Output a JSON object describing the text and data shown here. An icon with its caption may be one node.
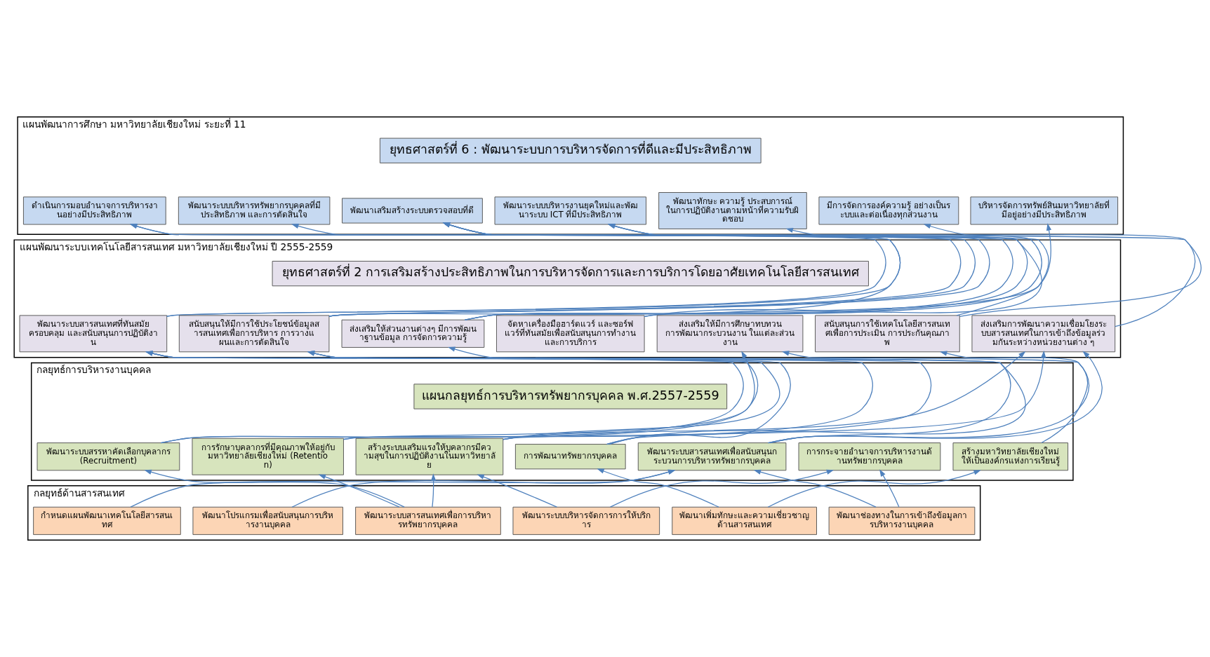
{
  "diagram": {
    "nodes": [
      {
        "text": [
          "แผนพัฒนาการศึกษา มหาวิทยาลัยเชียงใหม่ ระยะที่ 11"
        ]
      },
      {
        "text": [
          "ยุทธศาสตร์ที่ 6 : พัฒนาระบบการบริหารจัดการที่ดีและมีประสิทธิภาพ"
        ],
        "in": 0
      },
      {
        "text": [
          "ดำเนินการมอบอำนาจการบริหารงานอย่างมีประสิทธิภาพ"
        ],
        "in": 0
      },
      {
        "text": [
          "พัฒนาระบบบริหารทรัพยากรบุคคลที่มีประสิทธิภาพ และการตัดสินใจ"
        ],
        "in": 0
      },
      {
        "text": [
          "พัฒนาเสริมสร้างระบบตรวจสอบที่ดี"
        ],
        "in": 0
      },
      {
        "text": [
          "พัฒนาระบบบริหารงานยุคใหม่และพัฒนาระบบ ICT ที่มีประสิทธิภาพ"
        ],
        "in": 0
      },
      {
        "text": [
          "พัฒนาทักษะ ความรู้ ประสบการณ์ ในการปฏิบัติงานตามหน้าที่ความรับผิดชอบ"
        ],
        "in": 0
      },
      {
        "text": [
          "มีการจัดการองค์ความรู้ อย่างเป็นระบบและต่อเนื่องทุกส่วนงาน"
        ],
        "in": 0
      },
      {
        "text": [
          "บริหารจัดการทรัพย์สินมหาวิทยาลัยที่มีอยู่อย่างมีประสิทธิภาพ"
        ],
        "in": 0
      },
      {
        "text": [
          "แผนพัฒนาระบบเทคโนโลยีสารสนเทศ มหาวิทยาลัยเชียงใหม่ ปี 2555-2559"
        ]
      },
      {
        "text": [
          "ยุทธศาสตร์ที่ 2 การเสริมสร้างประสิทธิภาพในการบริหารจัดการและการบริการโดยอาศัยเทคโนโลยีสารสนเทศ"
        ],
        "in": 9
      },
      {
        "text": [
          "พัฒนาระบบสารสนเทศที่ทันสมัย ครอบคลุม และสนับสนุนการปฏิบัติงาน"
        ],
        "in": 9
      },
      {
        "text": [
          "สนับสนุนให้มีการใช้ประโยชน์ข้อมูลสารสนเทศเพื่อการบริหาร การวางแผนและการตัดสินใจ"
        ],
        "in": 9
      },
      {
        "text": [
          "ส่งเสริมให้ส่วนงานต่างๆ มีการพัฒนาฐานข้อมูล การจัดการความรู้"
        ],
        "in": 9
      },
      {
        "text": [
          "จัดหาเครื่องมือฮาร์ดแวร์ และซอร์ฟแวร์ที่ทันสมัยเพื่อสนับสนุนการทำงานและการบริการ"
        ],
        "in": 9
      },
      {
        "text": [
          "ส่งเสริมให้มีการศึกษาทบทวน การพัฒนากระบวนงาน ในแต่ละส่วนงาน"
        ],
        "in": 9
      },
      {
        "text": [
          "สนับสนุนการใช้เทคโนโลยีสารสนเทศเพื่อการประเมิน การประกันคุณภาพ"
        ],
        "in": 9
      },
      {
        "text": [
          "ส่งเสริมการพัฒนาความเชื่อมโยงระบบสารสนเทศในการเข้าถึงข้อมูลร่วมกันระหว่างหน่วยงานต่าง ๆ"
        ],
        "in": 9
      },
      {
        "text": [
          "กลยุทธ์การบริหารงานบุคคล"
        ]
      },
      {
        "text": [
          "แผนกลยุทธ์การบริหารทรัพยากรบุคคล พ.ศ.2557-2559"
        ],
        "in": 18
      },
      {
        "text": [
          "พัฒนาระบบสรรหาคัดเลือกบุคลากร (Recruitment)"
        ],
        "in": 18
      },
      {
        "text": [
          "การรักษาบุคลากรที่มีคุณภาพให้อยู่กับมหาวิทยาลัยเชียงใหม่ (Retention)"
        ],
        "in": 18
      },
      {
        "text": [
          "สร้างระบบเสริมแรงให้บุคลากรมีความสุขในการปฏิบัติงานในมหาวิทยาลัย"
        ],
        "in": 18
      },
      {
        "text": [
          "การพัฒนาทรัพยากรบุคคล"
        ],
        "in": 18
      },
      {
        "text": [
          "พัฒนาระบบสารสนเทศเพื่อสนับสนุนกระบวนการบริหารทรัพยากรบุคคล"
        ],
        "in": 18
      },
      {
        "text": [
          "การกระจายอำนาจการบริหารงานด้านทรัพยากรบุคคล"
        ],
        "in": 18
      },
      {
        "text": [
          "สร้างมหาวิทยาลัยเชียงใหม่ ให้เป็นองค์กรแห่งการเรียนรู้"
        ],
        "in": 18
      },
      {
        "text": [
          "กลยุทธ์ด้านสารสนเทศ"
        ]
      },
      {
        "text": [
          "กำหนดแผนพัฒนาเทคโนโลยีสารสนเทศ"
        ],
        "in": 27
      },
      {
        "text": [
          "พัฒนาโปรแกรมเพื่อสนับสนุนการบริหารงานบุคคล"
        ],
        "in": 27
      },
      {
        "text": [
          "พัฒนาระบบสารสนเทศเพื่อการบริหารทรัพยากรบุคคล"
        ],
        "in": 27
      },
      {
        "text": [
          "พัฒนาระบบบริหารจัดการการให้บริการ"
        ],
        "in": 27
      },
      {
        "text": [
          "พัฒนาเพิ่มทักษะและความเชี่ยวชาญ ด้านสารสนเทศ"
        ],
        "in": 27
      },
      {
        "text": [
          "พัฒนาช่องทางในการเข้าถึงข้อมูลการบริหารงานบุคคล"
        ],
        "in": 27
      }
    ],
    "edges": [
      {
        "from": 11,
        "to": 2,
        "arrow": "to"
      },
      {
        "from": 12,
        "to": 2,
        "arrow": "to"
      },
      {
        "from": 12,
        "to": 3,
        "arrow": "to"
      },
      {
        "from": 11,
        "to": 4,
        "arrow": "to"
      },
      {
        "from": 12,
        "to": 4,
        "arrow": "to"
      },
      {
        "from": 13,
        "to": 4,
        "arrow": "to"
      },
      {
        "from": 14,
        "to": 4,
        "arrow": "to"
      },
      {
        "from": 16,
        "to": 4,
        "arrow": "to"
      },
      {
        "from": 12,
        "to": 5,
        "arrow": "to"
      },
      {
        "from": 13,
        "to": 5,
        "arrow": "to"
      },
      {
        "from": 17,
        "to": 5,
        "arrow": "to"
      },
      {
        "from": 13,
        "to": 6,
        "arrow": "to"
      },
      {
        "from": 16,
        "to": 7,
        "arrow": "to"
      },
      {
        "from": 14,
        "to": 8,
        "arrow": "to"
      },
      {
        "from": 20,
        "to": 11,
        "arrow": "to"
      },
      {
        "from": 21,
        "to": 11,
        "arrow": "to"
      },
      {
        "from": 22,
        "to": 11,
        "arrow": "to"
      },
      {
        "from": 23,
        "to": 11,
        "arrow": "to"
      },
      {
        "from": 21,
        "to": 12,
        "arrow": "to"
      },
      {
        "from": 22,
        "to": 12,
        "arrow": "to"
      },
      {
        "from": 24,
        "to": 12,
        "arrow": "to"
      },
      {
        "from": 23,
        "to": 13,
        "arrow": "to"
      },
      {
        "from": 20,
        "to": 15,
        "arrow": "to"
      },
      {
        "from": 26,
        "to": 15,
        "arrow": "to"
      },
      {
        "from": 24,
        "to": 16,
        "arrow": "to"
      },
      {
        "from": 22,
        "to": 17,
        "arrow": "to"
      },
      {
        "from": 23,
        "to": 17,
        "arrow": "to"
      },
      {
        "from": 24,
        "to": 17,
        "arrow": "to"
      },
      {
        "from": 30,
        "to": 20,
        "arrow": "to"
      },
      {
        "from": 30,
        "to": 21,
        "arrow": "to"
      },
      {
        "from": 30,
        "to": 22,
        "arrow": "to"
      },
      {
        "from": 31,
        "to": 22,
        "arrow": "to"
      },
      {
        "from": 32,
        "to": 23,
        "arrow": "to"
      },
      {
        "from": 28,
        "to": 24,
        "arrow": "to"
      },
      {
        "from": 29,
        "to": 24,
        "arrow": "to"
      },
      {
        "from": 33,
        "to": 24,
        "arrow": "to"
      },
      {
        "from": 31,
        "to": 25,
        "arrow": "to"
      },
      {
        "from": 33,
        "to": 25,
        "arrow": "to"
      },
      {
        "from": 32,
        "to": 26,
        "arrow": "to"
      }
    ]
  }
}
